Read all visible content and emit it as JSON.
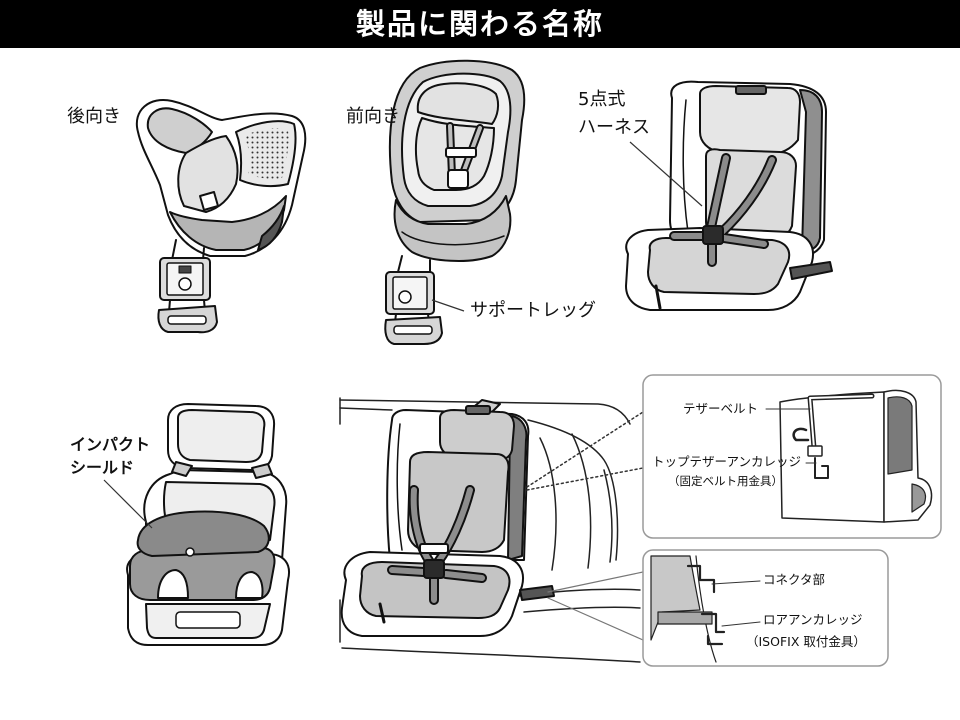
{
  "title": "製品に関わる名称",
  "labels": {
    "rear_facing": "後向き",
    "forward_facing": "前向き",
    "five_point_harness": [
      "5点式",
      "ハーネス"
    ],
    "support_leg": "サポートレッグ",
    "impact_shield": [
      "インパクト",
      "シールド"
    ]
  },
  "tether_inset": {
    "tether_belt": "テザーベルト",
    "top_tether_anchorage": "トップテザーアンカレッジ",
    "top_tether_anchorage_note": "（固定ベルト用金具）"
  },
  "isofix_inset": {
    "connector": "コネクタ部",
    "lower_anchorage": "ロアアンカレッジ",
    "lower_anchorage_note": "（ISOFIX 取付金具）"
  },
  "colors": {
    "banner_background": "#000000",
    "banner_text": "#ffffff",
    "seat_grey": "#b5b5b5",
    "inset_border": "#9a9a9a"
  }
}
